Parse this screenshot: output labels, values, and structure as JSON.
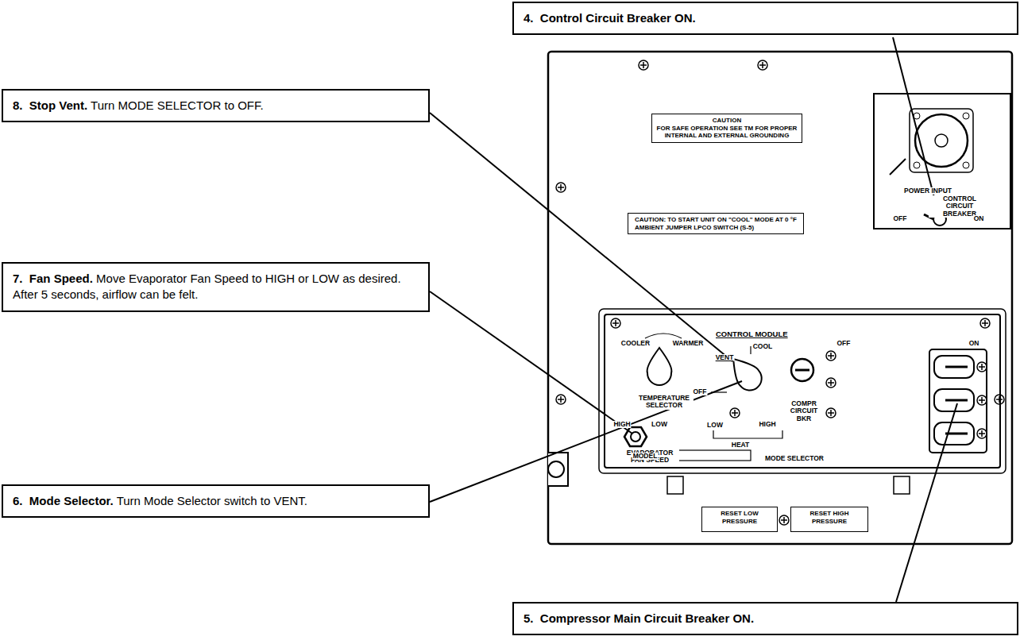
{
  "diagram": {
    "nodes": [
      {
        "text": [
          "4.",
          "Control Circuit Breaker ON."
        ]
      },
      {
        "text": [
          "8.",
          "Stop Vent.",
          "Turn MODE SELECTOR to OFF."
        ]
      },
      {
        "text": [
          "7.",
          "Fan Speed.",
          "Move Evaporator Fan Speed to HIGH or LOW as desired. After 5 seconds, airflow can be felt."
        ]
      },
      {
        "text": [
          "6.",
          "Mode Selector.",
          "Turn Mode Selector switch to VENT."
        ]
      },
      {
        "text": [
          "5.",
          "Compressor Main Circuit Breaker ON."
        ]
      },
      {
        "text": [
          "CAUTION",
          "FOR SAFE OPERATION SEE TM FOR PROPER INTERNAL AND EXTERNAL GROUNDING"
        ]
      },
      {
        "text": [
          "CAUTION: TO START UNIT ON \"COOL\" MODE AT 0 °F AMBIENT JUMPER LPCO SWITCH (S-5)"
        ]
      },
      {
        "text": [
          "CONTROL MODULE"
        ]
      },
      {
        "text": [
          "RESET LOW PRESSURE"
        ]
      },
      {
        "text": [
          "RESET HIGH PRESSURE"
        ]
      }
    ],
    "labels": [
      "COOLER",
      "WARMER",
      "TEMPERATURE SELECTOR",
      "HIGH",
      "LOW",
      "EVAPORATOR FAN SPEED",
      "VENT",
      "COOL",
      "OFF",
      "LOW",
      "HIGH",
      "HEAT",
      "MODE SELECTOR",
      "MODEL",
      "OFF",
      "ON",
      "COMPR CIRCUIT BKR",
      "POWER INPUT",
      "CONTROL CIRCUIT BREAKER",
      "OFF",
      "ON"
    ]
  }
}
